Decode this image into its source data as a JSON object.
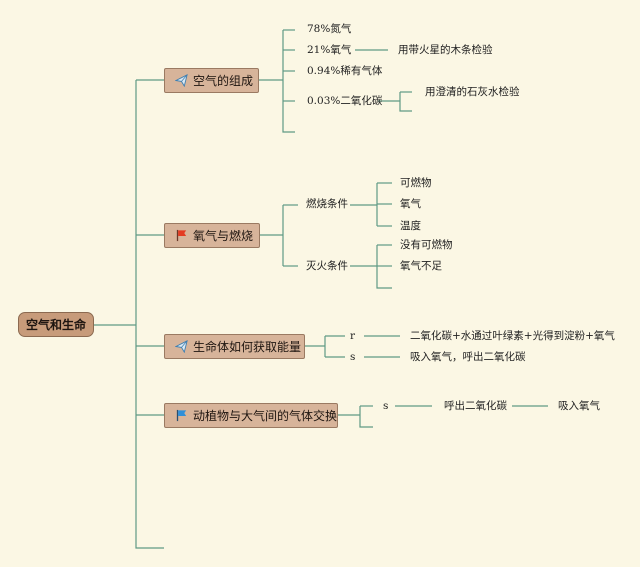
{
  "root": "空气和生命",
  "topics": {
    "air_composition": {
      "label": "空气的组成",
      "icon": "paper-plane-icon",
      "items": [
        "78%氮气",
        "21%氧气",
        "0.94%稀有气体",
        "0.03%二氧化碳"
      ],
      "oxygen_note": "用带火星的木条检验",
      "co2_note": "用澄清的石灰水检验"
    },
    "oxygen_combustion": {
      "label": "氧气与燃烧",
      "icon": "red-flag-icon",
      "burn_title": "燃烧条件",
      "burn_items": [
        "可燃物",
        "氧气",
        "温度"
      ],
      "extinguish_title": "灭火条件",
      "extinguish_items": [
        "没有可燃物",
        "氧气不足"
      ]
    },
    "energy": {
      "label": "生命体如何获取能量",
      "icon": "paper-plane-icon",
      "r_mark": "r",
      "r_text": "二氧化碳+水通过叶绿素+光得到淀粉+氧气",
      "s_mark": "s",
      "s_text": "吸入氧气，呼出二氧化碳"
    },
    "gas_exchange": {
      "label": "动植物与大气间的气体交换",
      "icon": "blue-flag-icon",
      "s_mark": "s",
      "text_1": "呼出二氧化碳",
      "text_2": "吸入氧气"
    }
  },
  "colors": {
    "line": "#5f9a85",
    "root_fill": "#c79b7a",
    "topic_fill": "#d7b49a",
    "background": "#fbf7e4",
    "flag_red": "#e33b22",
    "flag_blue": "#2f8fd8",
    "plane": "#3f7fb0"
  }
}
